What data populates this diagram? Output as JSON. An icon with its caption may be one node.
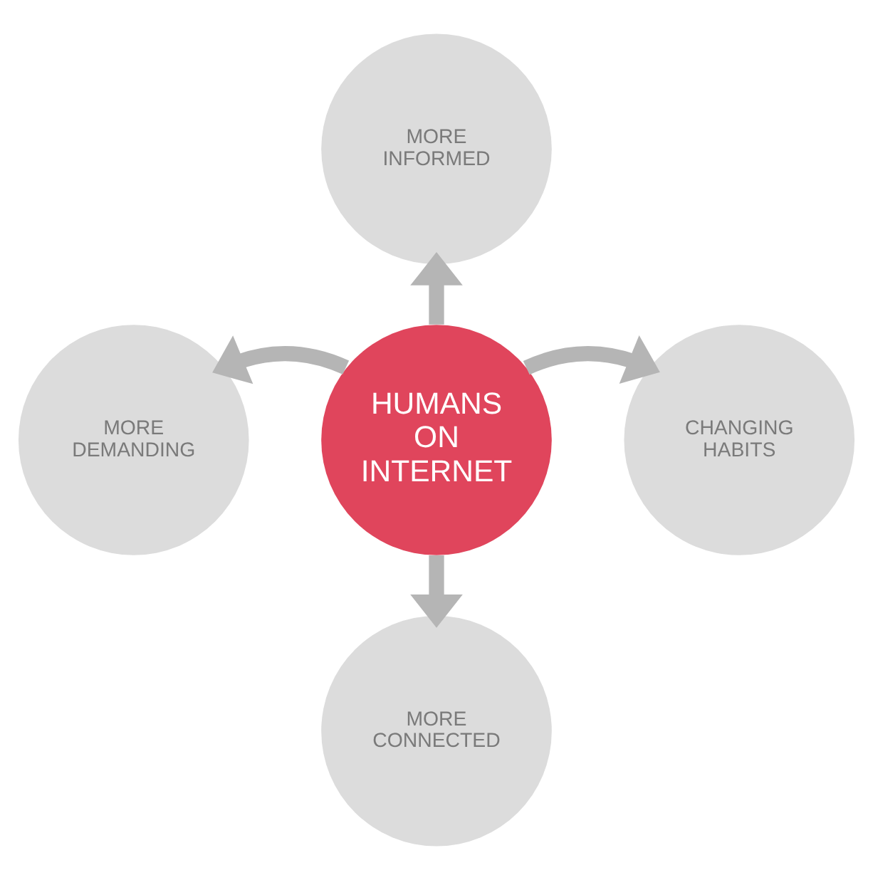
{
  "diagram": {
    "nodes": [
      {
        "text": [
          "MORE INFORMED"
        ]
      },
      {
        "text": [
          "MORE DEMANDING"
        ]
      },
      {
        "text": [
          "HUMANS ON INTERNET"
        ]
      },
      {
        "text": [
          "CHANGING HABITS"
        ]
      },
      {
        "text": [
          "MORE CONNECTED"
        ]
      }
    ],
    "edges": [
      {
        "from": 2,
        "to": 0,
        "arrow": "to"
      },
      {
        "from": 2,
        "to": 1,
        "arrow": "to"
      },
      {
        "from": 2,
        "to": 3,
        "arrow": "to"
      },
      {
        "from": 2,
        "to": 4,
        "arrow": "to"
      }
    ]
  }
}
